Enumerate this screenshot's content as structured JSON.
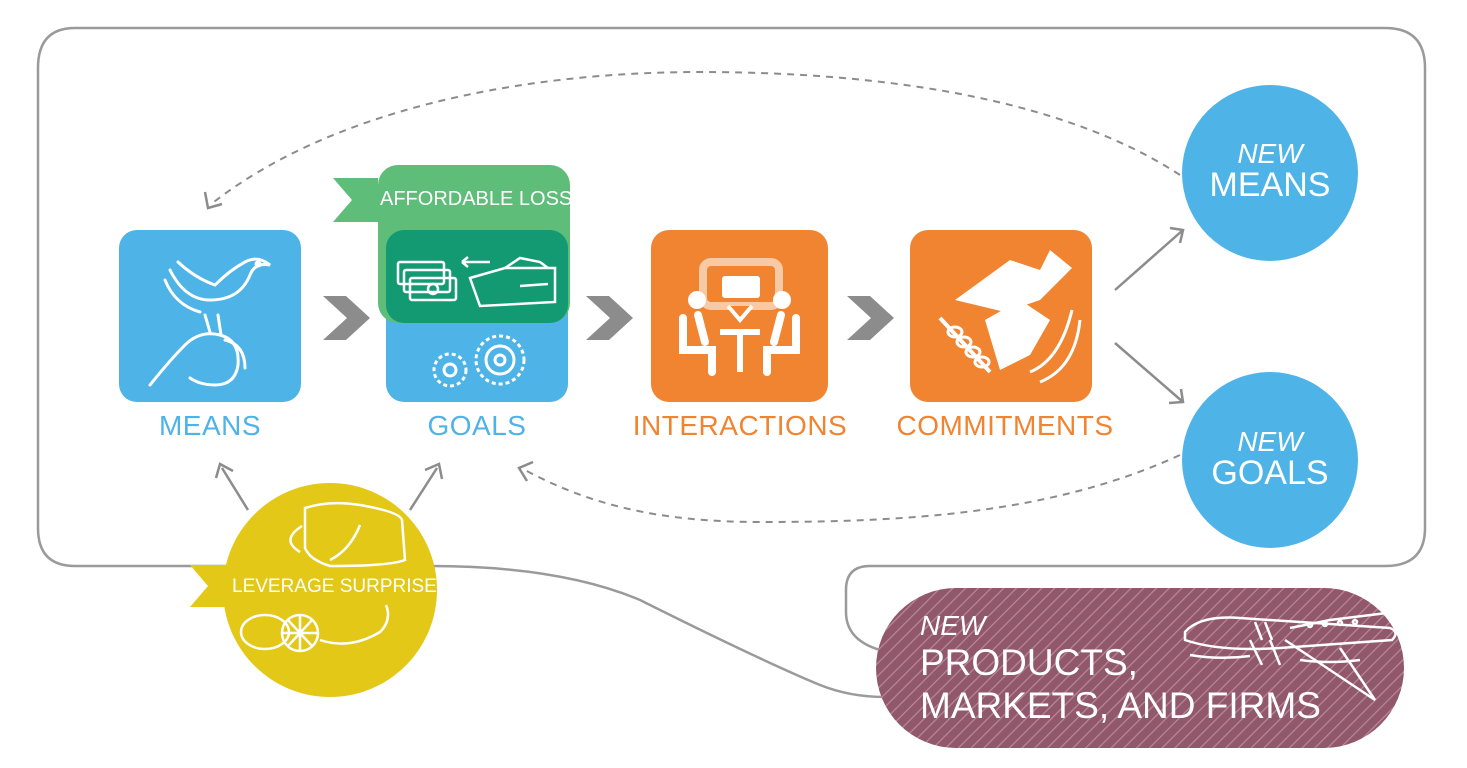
{
  "colors": {
    "blue": "#4eb3e6",
    "orange": "#f08431",
    "green": "#5fbd7a",
    "dark_green": "#139a72",
    "yellow": "#e3c818",
    "purple": "#91576b",
    "gray": "#8c8c8c",
    "frame": "#9a9a9a"
  },
  "steps": [
    {
      "label": "MEANS",
      "icon": "bird-on-hand-icon"
    },
    {
      "label": "GOALS",
      "icon": "gears-icon"
    },
    {
      "label": "INTERACTIONS",
      "icon": "people-talking-icon"
    },
    {
      "label": "COMMITMENTS",
      "icon": "handshake-icon"
    }
  ],
  "affordable_loss": {
    "label": "AFFORDABLE LOSS",
    "icon": "money-wallet-icon"
  },
  "leverage_surprise": {
    "label": "LEVERAGE SURPRISE",
    "icon": "lemons-lemonade-icon"
  },
  "new_means": {
    "prefix": "NEW",
    "label": "MEANS"
  },
  "new_goals": {
    "prefix": "NEW",
    "label": "GOALS"
  },
  "outcome": {
    "prefix": "NEW",
    "line1": "PRODUCTS,",
    "line2": "MARKETS, AND FIRMS",
    "icon": "airplane-icon"
  }
}
